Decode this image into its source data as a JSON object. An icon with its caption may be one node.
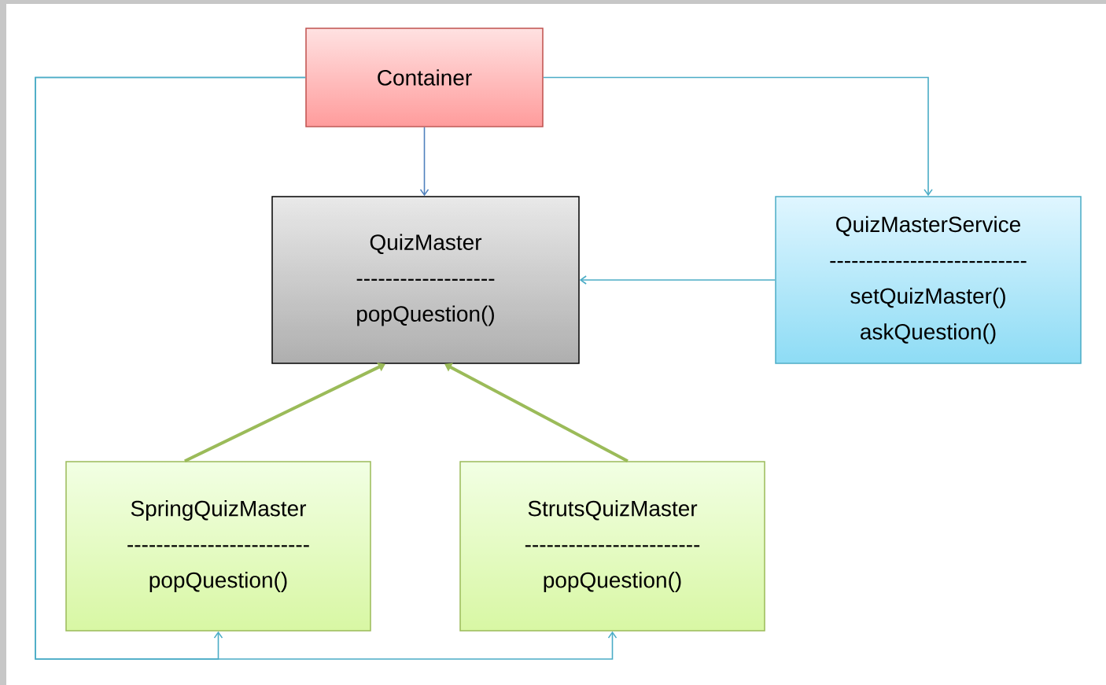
{
  "diagram": {
    "nodes": [
      {
        "text": [
          "Container"
        ]
      },
      {
        "text": [
          "QuizMaster",
          "-------------------",
          "popQuestion()"
        ]
      },
      {
        "text": [
          "QuizMasterService",
          "---------------------------",
          "setQuizMaster() askQuestion()"
        ]
      },
      {
        "text": [
          "SpringQuizMaster",
          "-------------------------",
          "popQuestion()"
        ]
      },
      {
        "text": [
          "StrutsQuizMaster",
          "------------------------",
          "popQuestion()"
        ]
      }
    ],
    "edges": [
      {
        "from": 0,
        "to": 1,
        "arrow": "to",
        "color": "#4f81bd"
      },
      {
        "from": 0,
        "to": 2,
        "arrow": "to"
      },
      {
        "from": 2,
        "to": 1,
        "arrow": "to"
      },
      {
        "from": 0,
        "to": 3,
        "arrow": "to"
      },
      {
        "from": 0,
        "to": 4,
        "arrow": "to"
      },
      {
        "from": 3,
        "to": 1,
        "arrow": "to",
        "style": "thick",
        "color": "#9bbb59"
      },
      {
        "from": 4,
        "to": 1,
        "arrow": "to",
        "style": "thick",
        "color": "#9bbb59"
      }
    ]
  }
}
